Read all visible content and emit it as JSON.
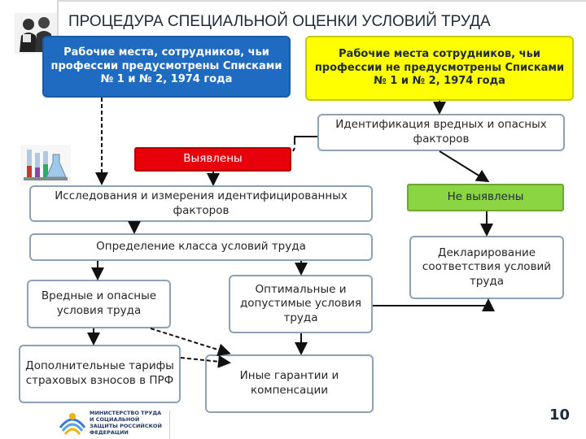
{
  "header": {
    "title": "ПРОЦЕДУРА СПЕЦИАЛЬНОЙ ОЦЕНКИ УСЛОВИЙ ТРУДА"
  },
  "boxes": {
    "listed_workplaces": "Рабочие места, сотрудников, чьи профессии предусмотрены Списками № 1 и № 2, 1974 года",
    "unlisted_workplaces": "Рабочие места сотрудников, чьи профессии не предусмотрены Списками № 1 и № 2, 1974 года",
    "identification": "Идентификация вредных и опасных факторов",
    "detected": "Выявлены",
    "not_detected": "Не выявлены",
    "research": "Исследования и измерения идентифицированных факторов",
    "class_definition": "Определение класса условий труда",
    "declaration": "Декларирование соответствия условий труда",
    "harmful": "Вредные и опасные условия труда",
    "optimal": "Оптимальные и допустимые условия труда",
    "tariffs": "Дополнительные тарифы страховых взносов в ПРФ",
    "guarantees": "Иные гарантии и компенсации"
  },
  "footer": {
    "ministry_logo_text": "МИНИСТЕРСТВО ТРУДА И СОЦИАЛЬНОЙ ЗАЩИТЫ РОССИЙСКОЙ ФЕДЕРАЦИИ",
    "page_number": "10"
  },
  "colors": {
    "blue": "#1f6bc2",
    "yellow": "#ffff00",
    "red": "#e8000b",
    "green": "#8bd442",
    "border": "#8da2b4"
  },
  "icons": [
    "people-icon",
    "lab-flasks-icon",
    "ministry-logo-icon"
  ]
}
